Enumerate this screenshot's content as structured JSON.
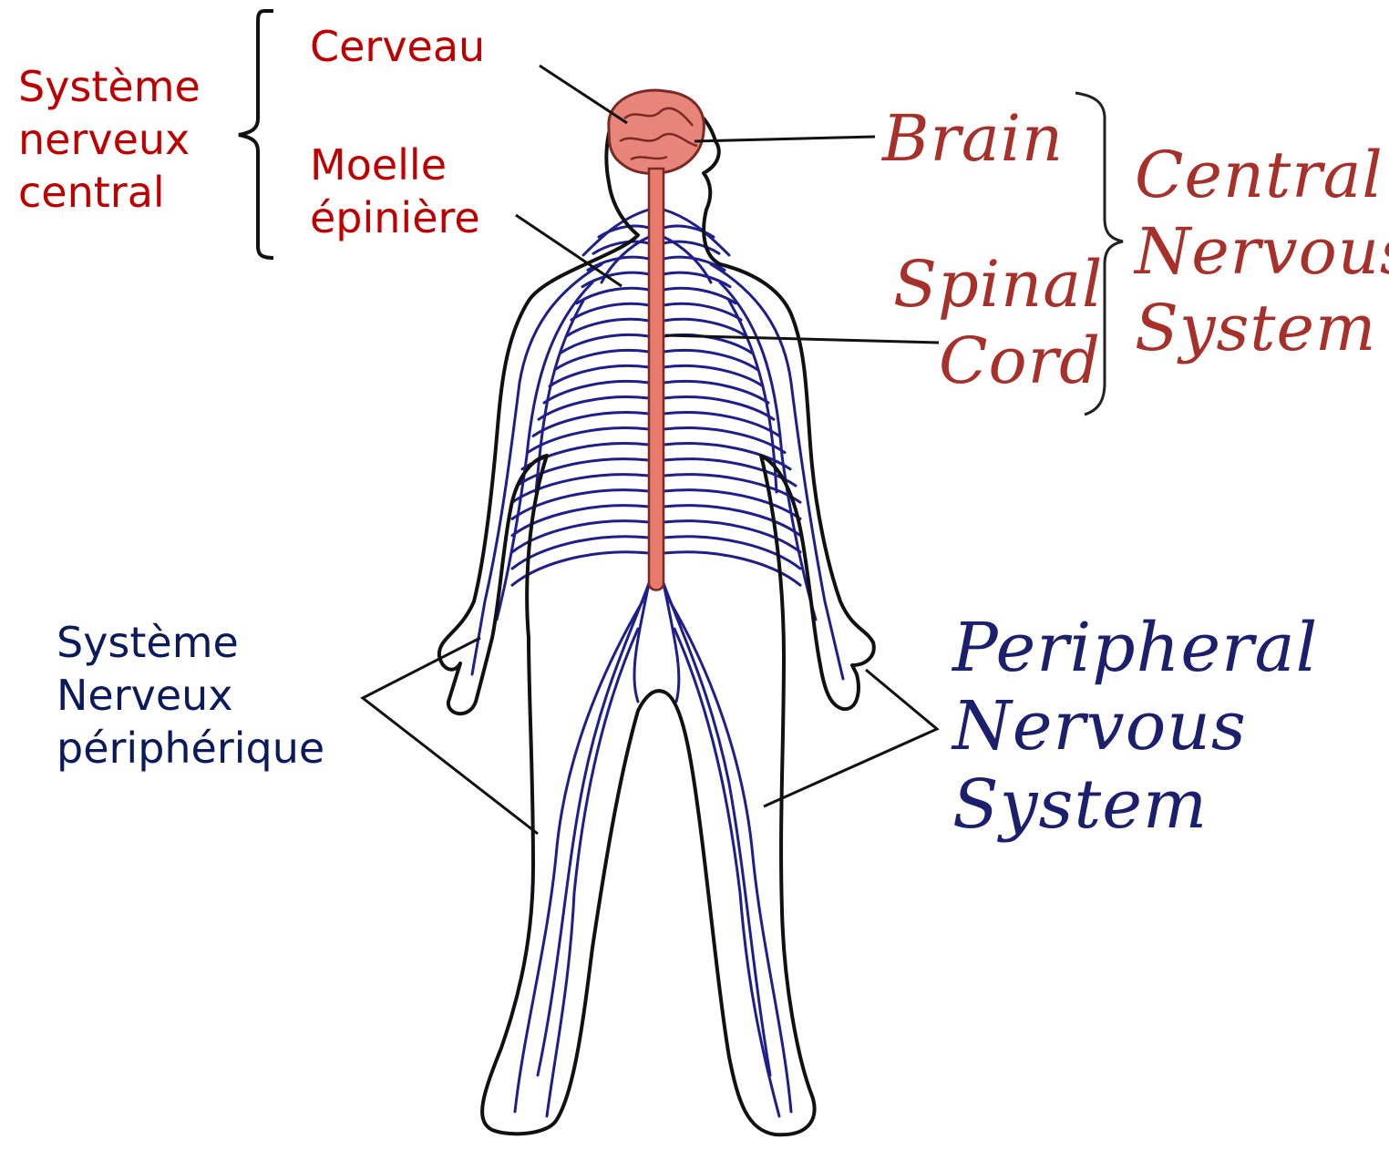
{
  "french_labels": {
    "cns_group": [
      "Système",
      "nerveux",
      "central"
    ],
    "brain": "Cerveau",
    "spinal_cord": [
      "Moelle",
      "épinière"
    ],
    "pns_group": [
      "Système",
      "Nerveux",
      "périphérique"
    ]
  },
  "english_labels": {
    "brain": "Brain",
    "spinal_cord": [
      "Spinal",
      "Cord"
    ],
    "cns_group": [
      "Central",
      "Nervous",
      "System"
    ],
    "pns_group": [
      "Peripheral",
      "Nervous",
      "System"
    ]
  },
  "colors": {
    "french_cns_text": "#c00000",
    "french_pns_text": "#0b1a5c",
    "english_cns_text": "#a8302a",
    "english_pns_text": "#1c1f6e",
    "nerves": "#1e1e8c",
    "brain_fill": "#e8857a",
    "spinal_cord_fill": "#e87a6c",
    "outline": "#111111"
  }
}
